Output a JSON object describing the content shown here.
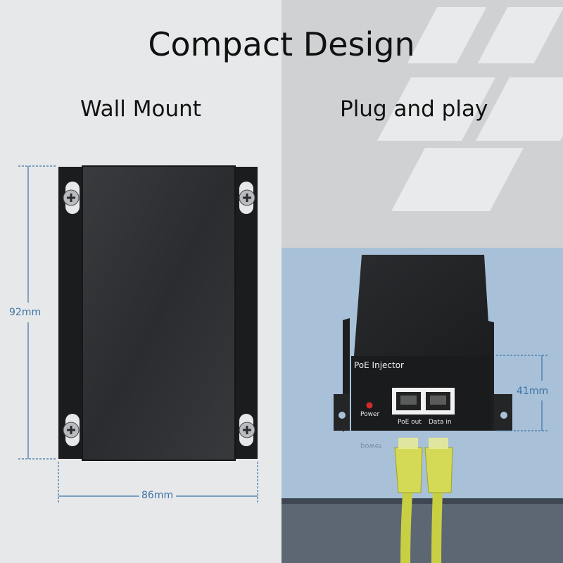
{
  "title": "Compact Design",
  "left_caption": "Wall Mount",
  "right_caption": "Plug and play",
  "dimensions": {
    "height": "92mm",
    "width": "86mm",
    "depth": "41mm"
  },
  "device": {
    "label": "PoE Injector",
    "power_label": "Power",
    "port_out_label": "PoE out",
    "port_in_label": "Data in",
    "reflection_text": "power"
  },
  "colors": {
    "dimension_line": "#3d73a8",
    "cable": "#c9cf43",
    "device": "#1f2022",
    "led": "#d22b2b"
  }
}
